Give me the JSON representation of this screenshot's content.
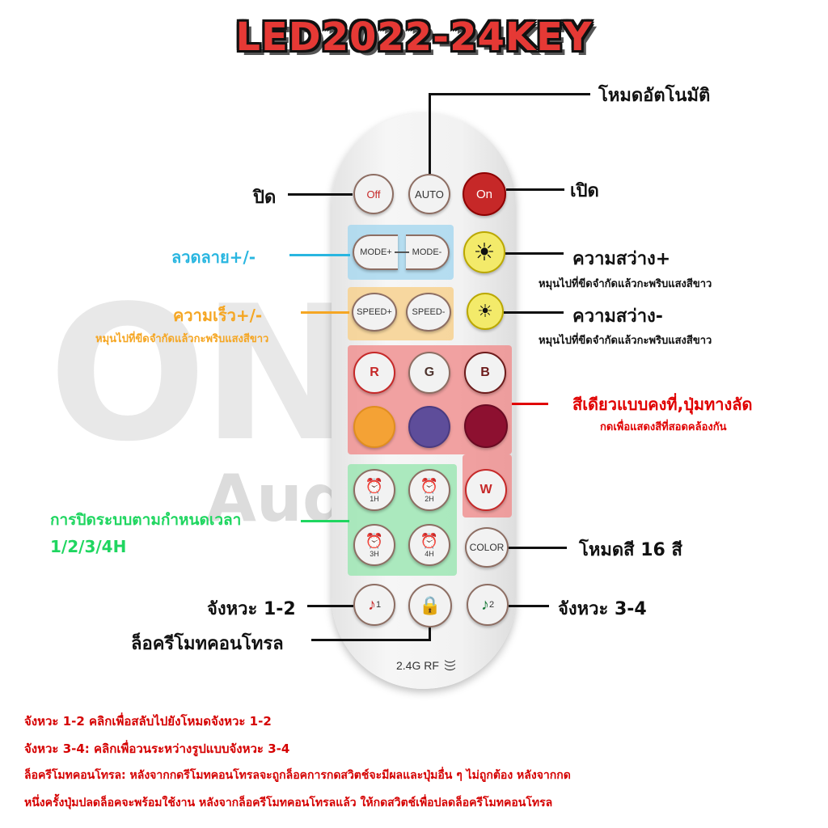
{
  "title": "LED2022-24KEY",
  "watermark": {
    "big": "ONE",
    "small": "Audio"
  },
  "remote": {
    "buttons": {
      "off": "Off",
      "auto": "AUTO",
      "on": "On",
      "mode_plus": "MODE+",
      "mode_minus": "MODE-",
      "speed_plus": "SPEED+",
      "speed_minus": "SPEED-",
      "r": "R",
      "g": "G",
      "b": "B",
      "w": "W",
      "color": "COLOR",
      "timer_1h": "1H",
      "timer_2h": "2H",
      "timer_3h": "3H",
      "timer_4h": "4H",
      "rhythm_1_sub": "1",
      "rhythm_2_sub": "2"
    },
    "footer": "2.4G RF"
  },
  "labels": {
    "auto_mode": "โหมดอัตโนมัติ",
    "off": "ปิด",
    "on": "เปิด",
    "mode": "ลวดลาย+/-",
    "brightness_up": "ความสว่าง+",
    "brightness_up_sub": "หมุนไปที่ขีดจำกัดแล้วกะพริบแสงสีขาว",
    "speed": "ความเร็ว+/-",
    "speed_sub": "หมุนไปที่ขีดจำกัดแล้วกะพริบแสงสีขาว",
    "brightness_down": "ความสว่าง-",
    "brightness_down_sub": "หมุนไปที่ขีดจำกัดแล้วกะพริบแสงสีขาว",
    "single_color": "สีเดียวแบบคงที่,ปุ่มทางลัด",
    "single_color_sub": "กดเพื่อแสดงสีที่สอดคล้องกัน",
    "timer": "การปิดระบบตามกำหนดเวลา",
    "timer_sub": "1/2/3/4H",
    "color_mode": "โหมดสี 16 สี",
    "rhythm_12": "จังหวะ 1-2",
    "rhythm_34": "จังหวะ 3-4",
    "lock": "ล็อครีโมทคอนโทรล"
  },
  "notes": [
    "จังหวะ 1-2 คลิกเพื่อสลับไปยังโหมดจังหวะ 1-2",
    "จังหวะ 3-4: คลิกเพื่อวนระหว่างรูปแบบจังหวะ 3-4",
    "ล็อครีโมทคอนโทรล: หลังจากกดรีโมทคอนโทรลจะถูกล็อคการกดสวิตช์จะมีผลและปุ่มอื่น ๆ ไม่ถูกต้อง หลังจากกด",
    "หนึ่งครั้งปุ่มปลดล็อคจะพร้อมใช้งาน หลังจากล็อครีโมทคอนโทรลแล้ว ให้กดสวิตช์เพื่อปลดล็อครีโมทคอนโทรล"
  ],
  "colors": {
    "zone_blue": "#a9d8ef",
    "zone_orange": "#f7d18f",
    "zone_red": "#f08c8c",
    "zone_green": "#9de6b4",
    "label_blue": "#29b6e0",
    "label_orange": "#f5a623",
    "label_red": "#e00000",
    "label_green": "#1fd660"
  }
}
